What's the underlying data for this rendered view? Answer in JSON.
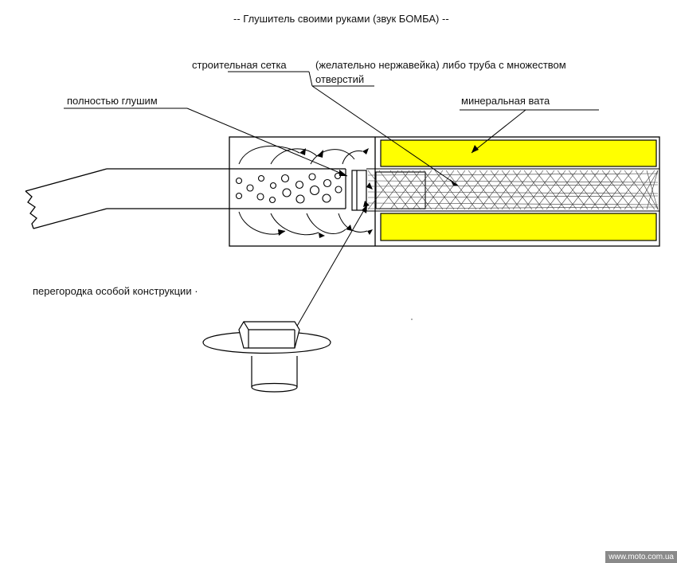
{
  "title": "-- Глушитель своими руками (звук БОМБА) --",
  "labels": {
    "mesh_part1": "строительная сетка",
    "mesh_part2": "(желательно нержавейка) либо труба с множеством",
    "mesh_part3": "отверстий",
    "mineral_wool": "минеральная вата",
    "fully_muffle": "полностью глушим",
    "baffle": "перегородка особой конструкции  ·"
  },
  "watermark": "www.moto.com.ua",
  "colors": {
    "wool": "#ffff00",
    "line": "#000000",
    "background": "#ffffff"
  }
}
